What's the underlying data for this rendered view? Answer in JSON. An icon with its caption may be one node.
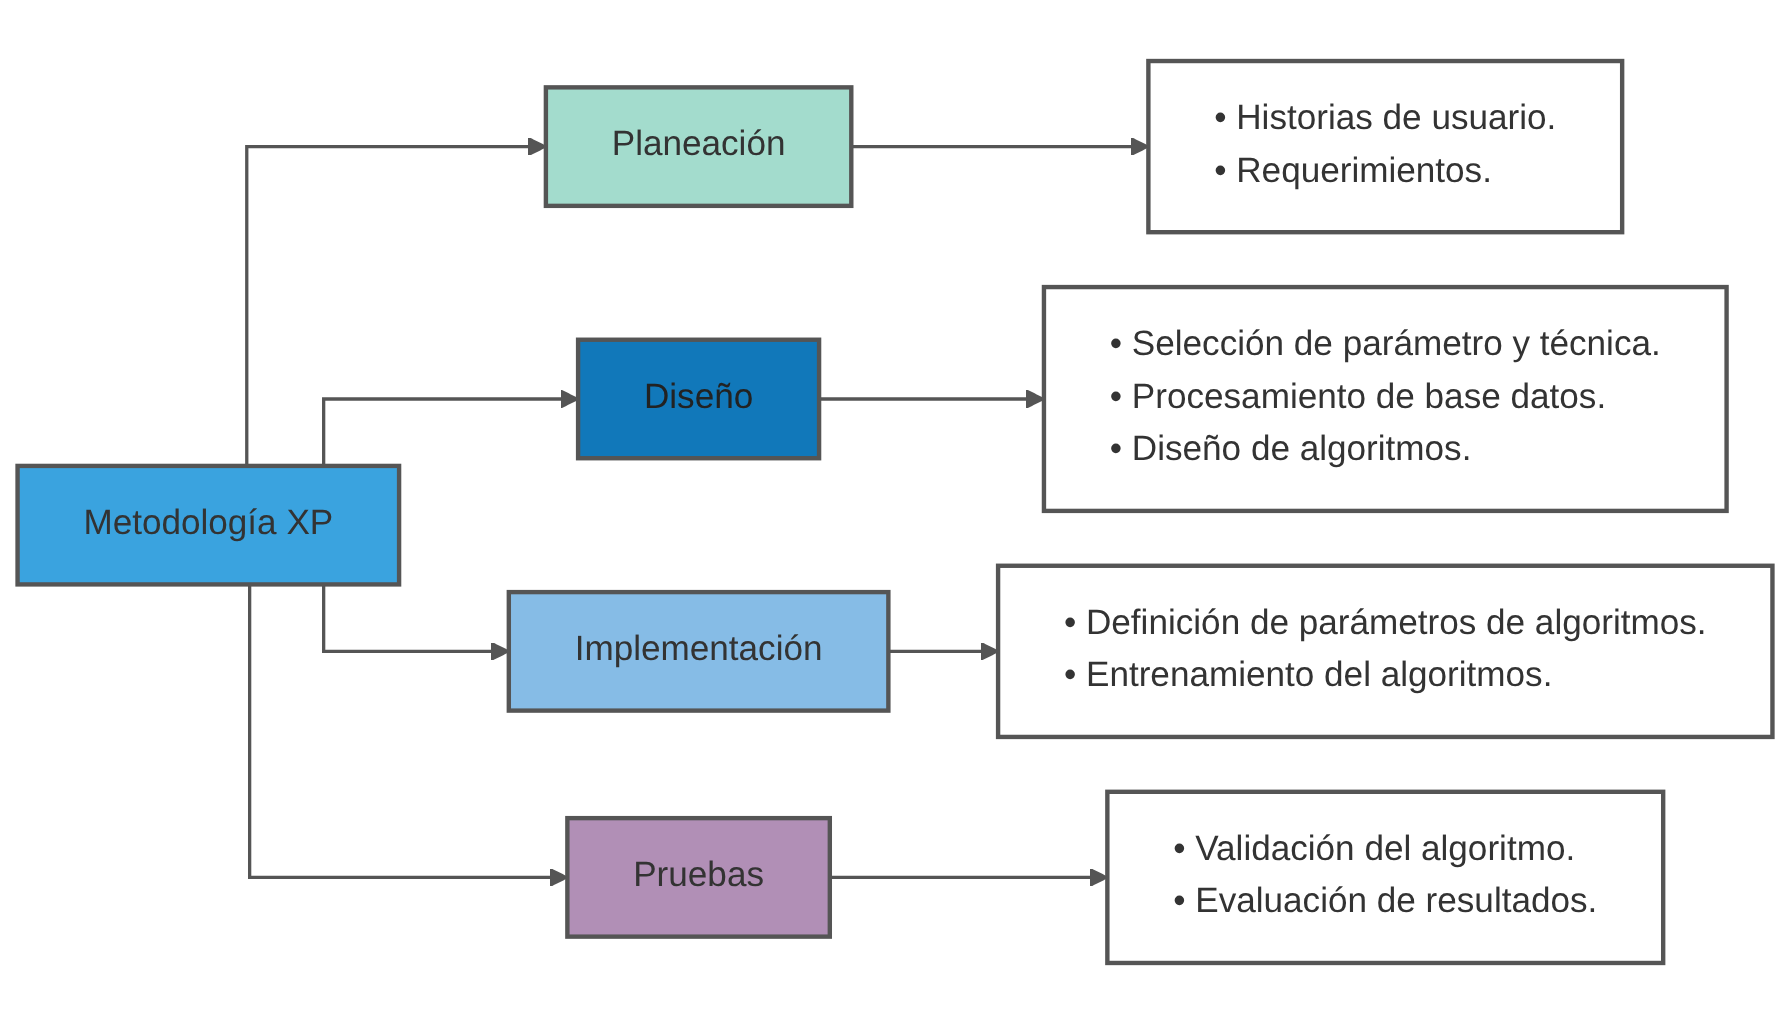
{
  "diagram": {
    "nodes": [
      {
        "text": [
          "Metodología XP"
        ]
      },
      {
        "text": [
          "Planeación"
        ]
      },
      {
        "text": [
          "Diseño"
        ]
      },
      {
        "text": [
          "Implementación"
        ]
      },
      {
        "text": [
          "Pruebas"
        ]
      },
      {
        "text": [
          "• Historias de usuario.",
          "• Requerimientos."
        ]
      },
      {
        "text": [
          "• Selección de parámetro y técnica.",
          "• Procesamiento de base datos.",
          "• Diseño de algoritmos."
        ]
      },
      {
        "text": [
          "• Definición de parámetros de algoritmos.",
          "• Entrenamiento del algoritmos."
        ]
      },
      {
        "text": [
          "• Validación del algoritmo.",
          "• Evaluación de resultados."
        ]
      }
    ],
    "edges": [
      {
        "from": 0,
        "to": 1,
        "arrow": "to"
      },
      {
        "from": 0,
        "to": 2,
        "arrow": "to"
      },
      {
        "from": 0,
        "to": 3,
        "arrow": "to"
      },
      {
        "from": 0,
        "to": 4,
        "arrow": "to"
      },
      {
        "from": 1,
        "to": 5,
        "arrow": "to"
      },
      {
        "from": 2,
        "to": 6,
        "arrow": "to"
      },
      {
        "from": 3,
        "to": 7,
        "arrow": "to"
      },
      {
        "from": 4,
        "to": 8,
        "arrow": "to"
      }
    ]
  }
}
